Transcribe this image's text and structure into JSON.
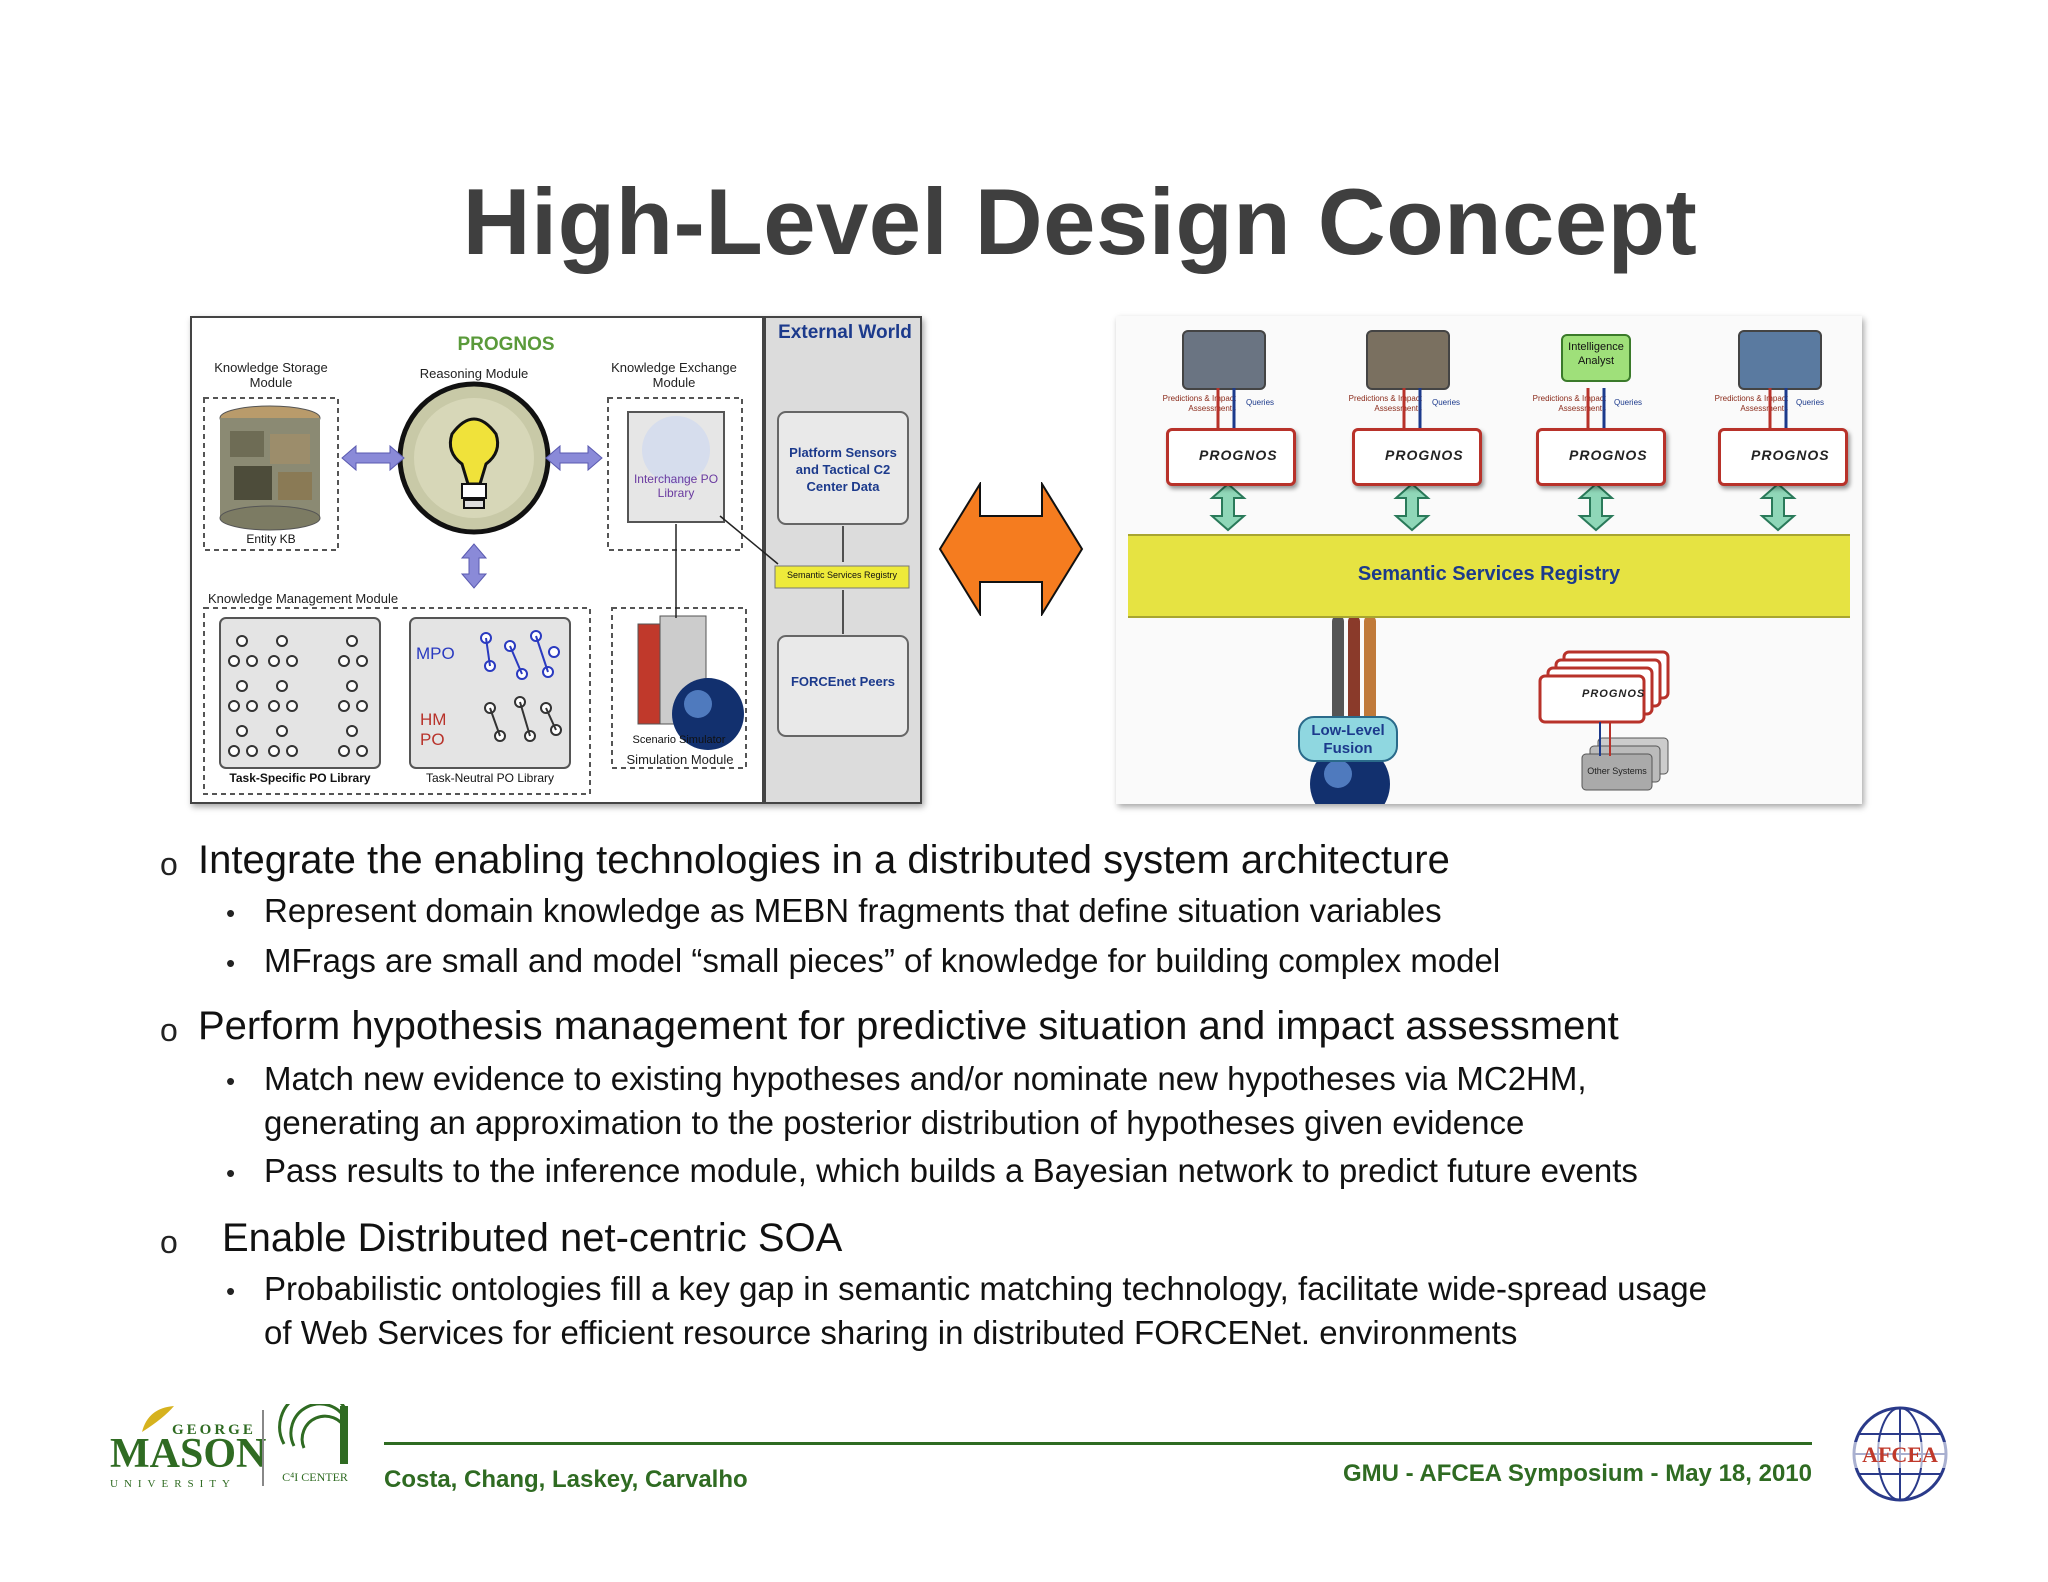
{
  "slide": {
    "title": "High-Level Design Concept"
  },
  "left_diagram": {
    "prognos_title": "PROGNOS",
    "external_world": "External World",
    "knowledge_storage_module": "Knowledge Storage Module",
    "reasoning_module": "Reasoning Module",
    "knowledge_exchange_module": "Knowledge Exchange Module",
    "entity_kb": "Entity KB",
    "interchange_po_library": "Interchange PO Library",
    "knowledge_management_module": "Knowledge Management Module",
    "task_specific_po_library": "Task-Specific PO Library",
    "task_neutral_po_library": "Task-Neutral PO Library",
    "mpo": "MPO",
    "hm_po": "HM PO",
    "scenario_simulator": "Scenario Simulator",
    "simulation_module": "Simulation Module",
    "platform_sensors": "Platform Sensors and Tactical C2 Center Data",
    "semantic_services_registry_small": "Semantic Services Registry",
    "forcenet_peers": "FORCEnet Peers"
  },
  "right_diagram": {
    "intelligence_analyst": "Intelligence Analyst",
    "predictions_label": "Predictions & Impact Assessments",
    "queries_label": "Queries",
    "prognos_logo": "PROGNOS",
    "semantic_services_registry": "Semantic Services Registry",
    "low_level_fusion": "Low-Level Fusion",
    "other_systems": "Other Systems"
  },
  "bullets": [
    {
      "marker": "o",
      "text": "Integrate the enabling technologies in a distributed system architecture",
      "sub": [
        {
          "marker": "•",
          "lines": [
            "Represent domain knowledge as MEBN fragments that define situation variables"
          ]
        },
        {
          "marker": "•",
          "lines": [
            "MFrags are small and model “small pieces” of knowledge for building complex model"
          ]
        }
      ]
    },
    {
      "marker": "o",
      "text": "Perform hypothesis management for predictive situation and impact  assessment",
      "sub": [
        {
          "marker": "•",
          "lines": [
            "Match new evidence to existing hypotheses and/or nominate new hypotheses via MC2HM,",
            "generating an approximation to the posterior distribution of hypotheses given evidence"
          ]
        },
        {
          "marker": "•",
          "lines": [
            "Pass results to the inference module, which builds a Bayesian network to predict future  events"
          ]
        }
      ]
    },
    {
      "marker": "o",
      "text": "Enable Distributed net-centric SOA",
      "sub": [
        {
          "marker": "•",
          "lines": [
            "Probabilistic ontologies fill a key gap in semantic matching technology, facilitate wide-spread  usage",
            "of Web Services for efficient resource sharing in distributed FORCENet. environments"
          ]
        }
      ]
    }
  ],
  "footer": {
    "gmu_george": "GEORGE",
    "gmu_mason": "MASON",
    "gmu_university": "UNIVERSITY",
    "c4i_center": "C⁴I CENTER",
    "authors": "Costa, Chang, Laskey, Carvalho",
    "event": "GMU - AFCEA Symposium - May 18, 2010",
    "afcea": "AFCEA"
  },
  "colors": {
    "title": "#3f3f3f",
    "footer_green": "#2f6b22",
    "registry_yellow": "#e6e342",
    "orange_arrow": "#f57c1f",
    "prognos_green": "#5a9a3a",
    "prognos_red": "#b8322a"
  }
}
